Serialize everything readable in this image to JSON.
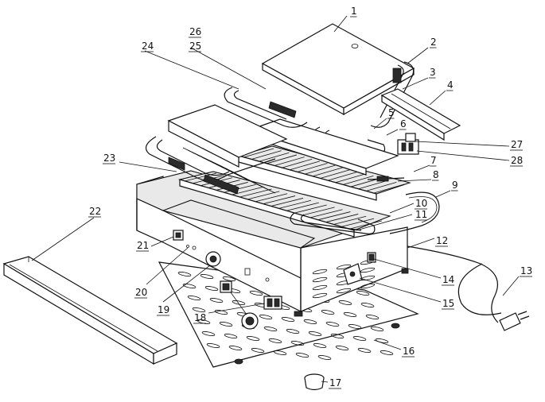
{
  "labels": [
    {
      "id": "l1",
      "text": "1"
    },
    {
      "id": "l2",
      "text": "2"
    },
    {
      "id": "l3",
      "text": "3"
    },
    {
      "id": "l4",
      "text": "4"
    },
    {
      "id": "l5",
      "text": "5"
    },
    {
      "id": "l6",
      "text": "6"
    },
    {
      "id": "l7",
      "text": "7"
    },
    {
      "id": "l8",
      "text": "8"
    },
    {
      "id": "l9",
      "text": "9"
    },
    {
      "id": "l10",
      "text": "10"
    },
    {
      "id": "l11",
      "text": "11"
    },
    {
      "id": "l12",
      "text": "12"
    },
    {
      "id": "l13",
      "text": "13"
    },
    {
      "id": "l14",
      "text": "14"
    },
    {
      "id": "l15",
      "text": "15"
    },
    {
      "id": "l16",
      "text": "16"
    },
    {
      "id": "l17",
      "text": "17"
    },
    {
      "id": "l18",
      "text": "18"
    },
    {
      "id": "l19",
      "text": "19"
    },
    {
      "id": "l20",
      "text": "20"
    },
    {
      "id": "l21",
      "text": "21"
    },
    {
      "id": "l22",
      "text": "22"
    },
    {
      "id": "l23",
      "text": "23"
    },
    {
      "id": "l24",
      "text": "24"
    },
    {
      "id": "l25",
      "text": "25"
    },
    {
      "id": "l26",
      "text": "26"
    },
    {
      "id": "l27",
      "text": "27"
    },
    {
      "id": "l28",
      "text": "28"
    }
  ]
}
